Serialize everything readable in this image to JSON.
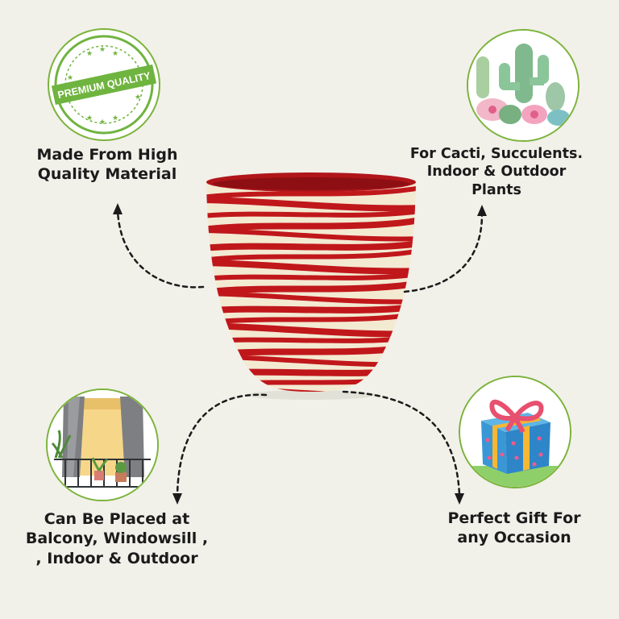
{
  "features": {
    "quality": {
      "badge_text": "PREMIUM QUALITY",
      "lines": [
        "Made From High",
        "Quality Material"
      ]
    },
    "plants": {
      "lines": [
        "For Cacti, Succulents.",
        "Indoor & Outdoor",
        "Plants"
      ]
    },
    "placement": {
      "lines": [
        "Can Be Placed at",
        "Balcony, Windowsill ,",
        ", Indoor & Outdoor"
      ]
    },
    "gift": {
      "lines": [
        "Perfect Gift For",
        "any Occasion"
      ]
    }
  },
  "product": {
    "name": "red-and-cream-striped-pot",
    "colors": {
      "glaze_red": "#c0171b",
      "stripe_cream": "#f3ead2"
    }
  },
  "colors": {
    "background": "#f1f0e9",
    "badge_green": "#6fb43f",
    "circle_border": "#7bb33a",
    "text": "#1b1b1b"
  },
  "icons": [
    "premium-quality-badge-icon",
    "cactus-succulent-icon",
    "balcony-window-icon",
    "gift-box-icon"
  ]
}
